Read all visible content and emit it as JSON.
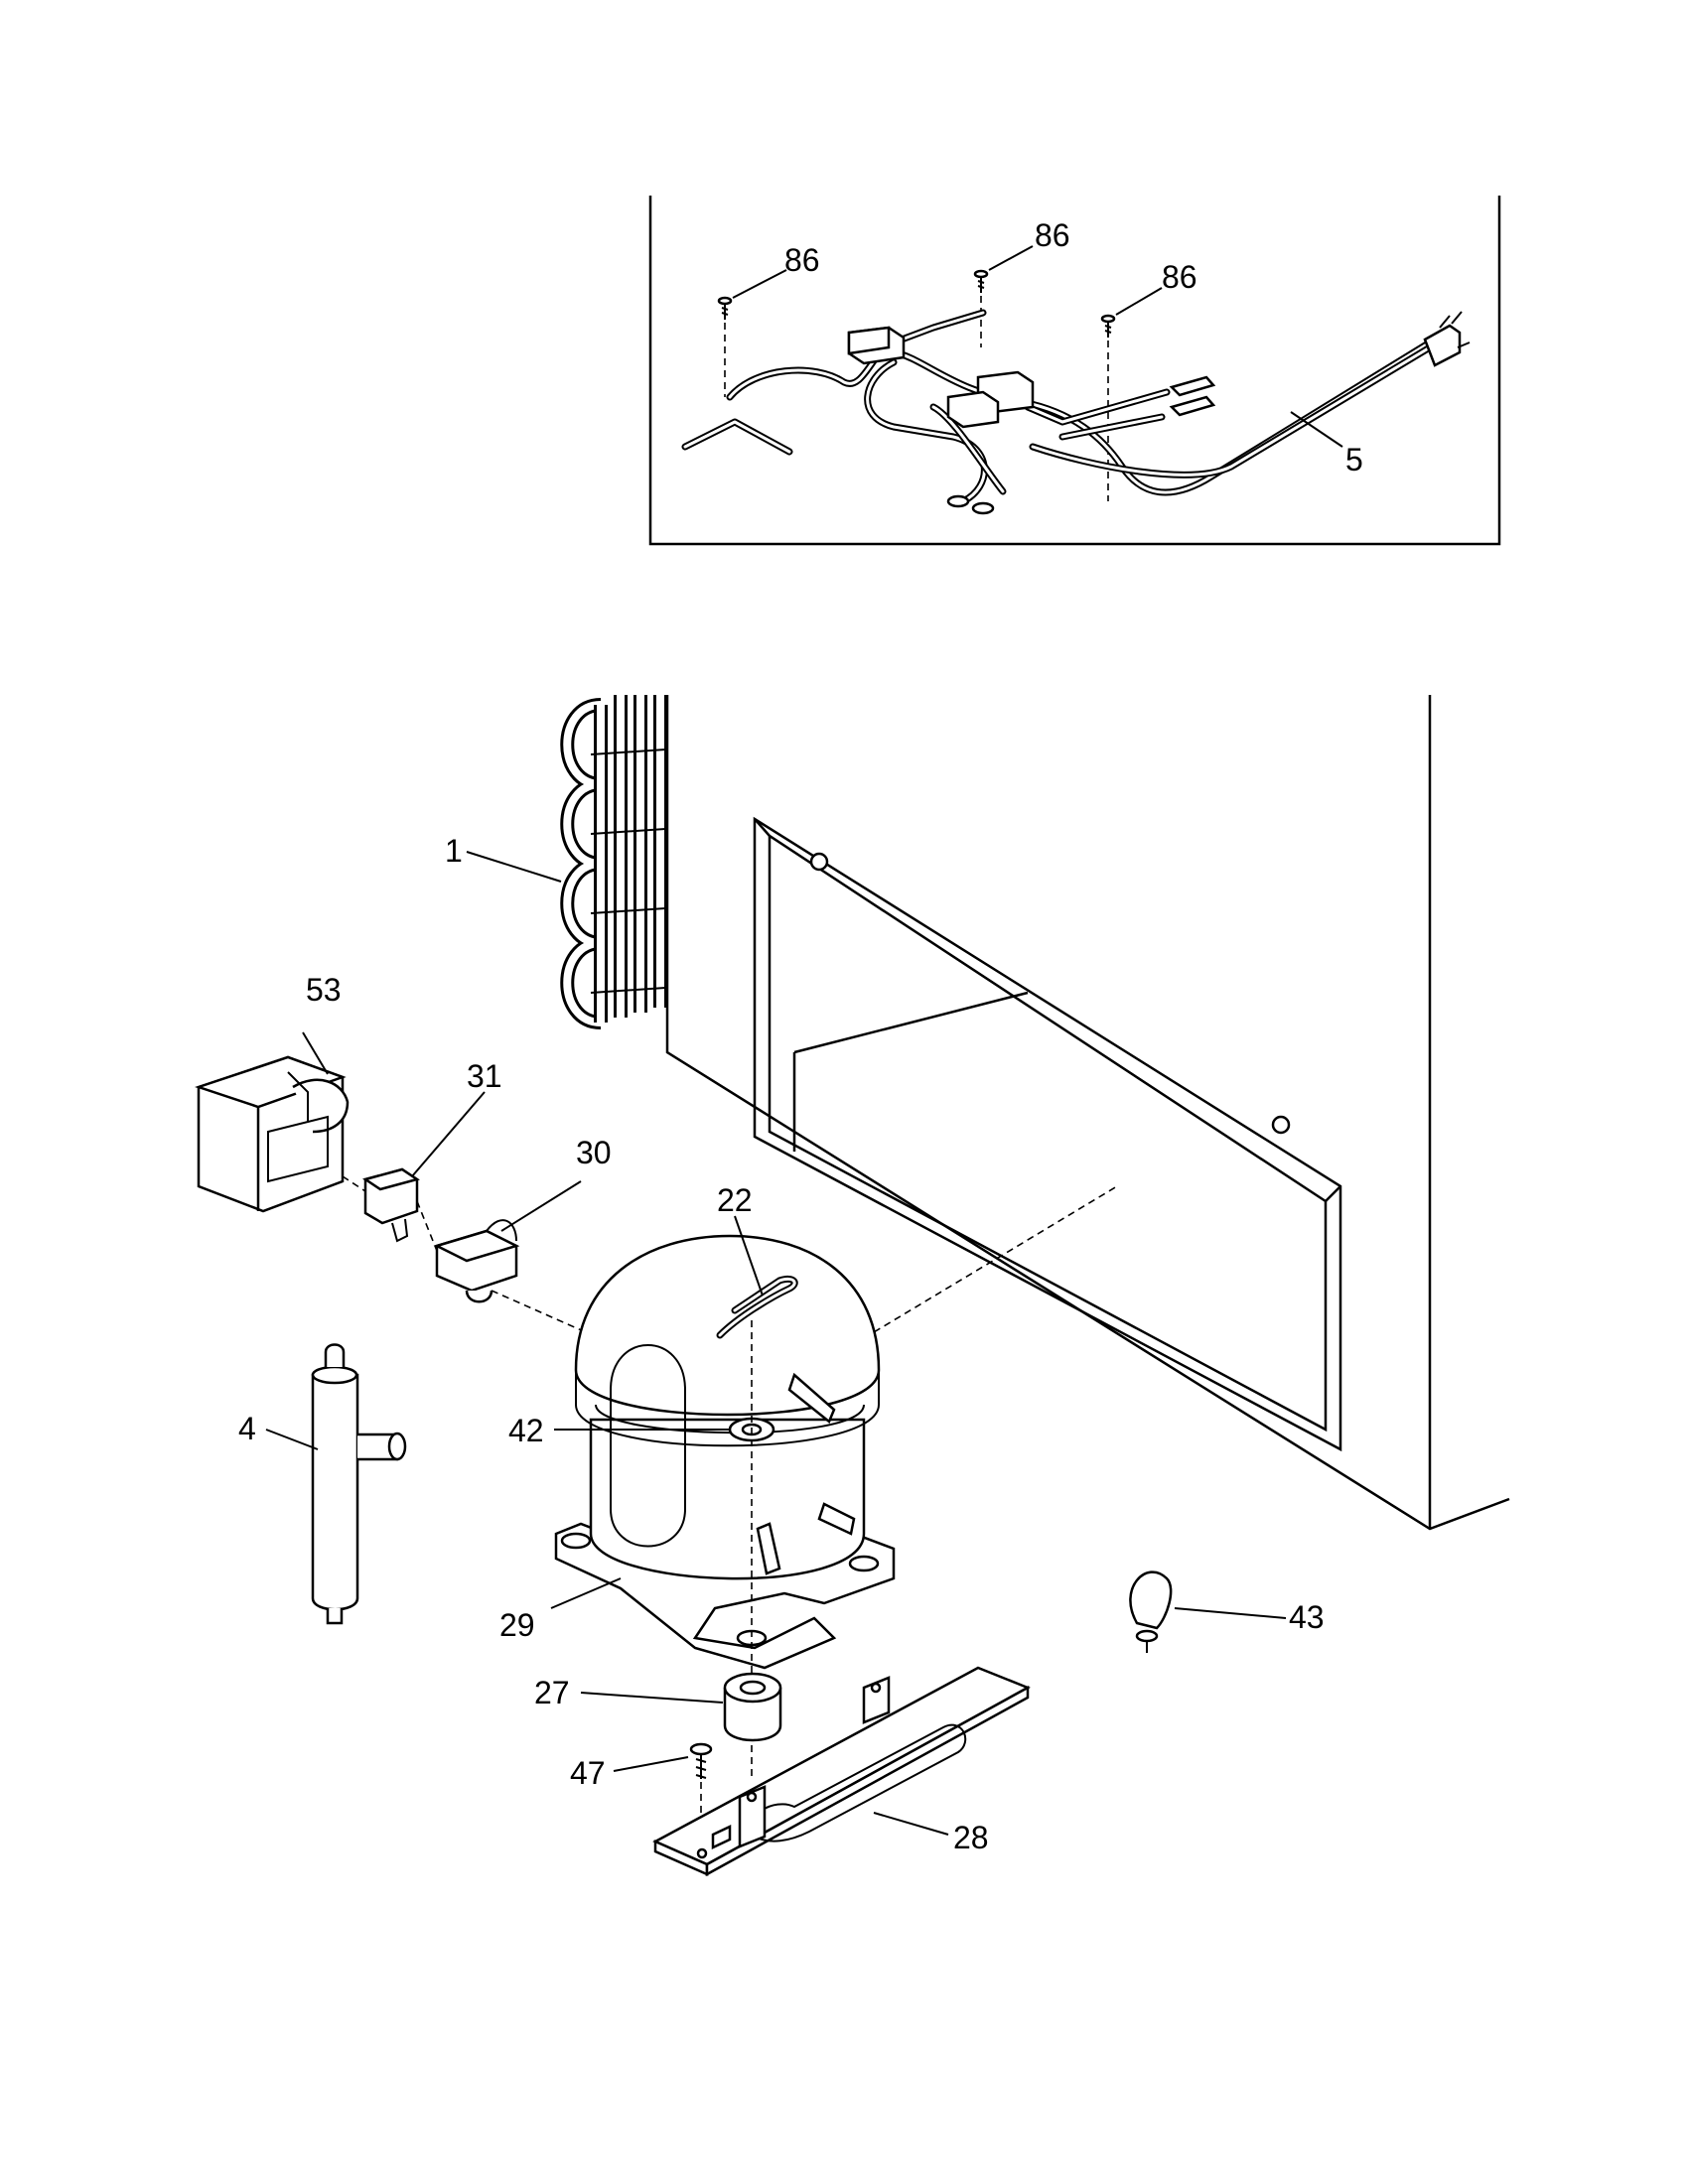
{
  "callouts": {
    "condenser": "1",
    "drier": "4",
    "power_cord": "5",
    "overload_clip": "22",
    "grommet": "27",
    "base_rail": "28",
    "compressor": "29",
    "overload_protector": "30",
    "relay": "31",
    "sleeve": "42",
    "tube_clamp": "43",
    "screw": "47",
    "relay_cover": "53",
    "screw_a": "86",
    "screw_b": "86",
    "screw_c": "86"
  }
}
